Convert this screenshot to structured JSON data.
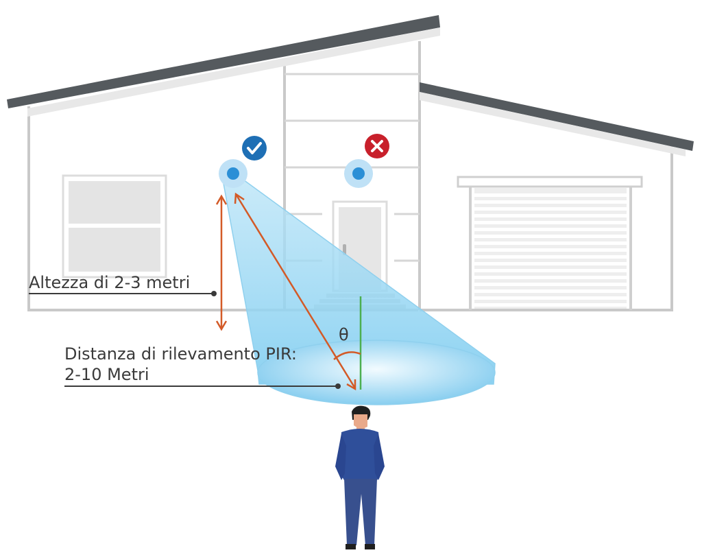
{
  "labels": {
    "height": "Altezza di 2-3 metri",
    "pir_line1": "Distanza di rilevamento PIR:",
    "pir_line2": "2-10 Metri",
    "angle": "θ"
  },
  "icons": {
    "correct_mount": "check-circle-icon",
    "wrong_mount": "x-circle-icon",
    "camera_good": "camera-sensor-icon",
    "camera_bad": "camera-sensor-icon"
  },
  "colors": {
    "house_line": "#c9c9c9",
    "roof": "#555a5e",
    "detection_zone": "#9fd8f2",
    "arrow": "#d35a27",
    "vertical_guide": "#4caf50",
    "check": "#1e6fb5",
    "cross": "#c8202b",
    "sensor": "#2b8fd6",
    "person_top": "#2f4f9a",
    "person_legs": "#38508e"
  }
}
